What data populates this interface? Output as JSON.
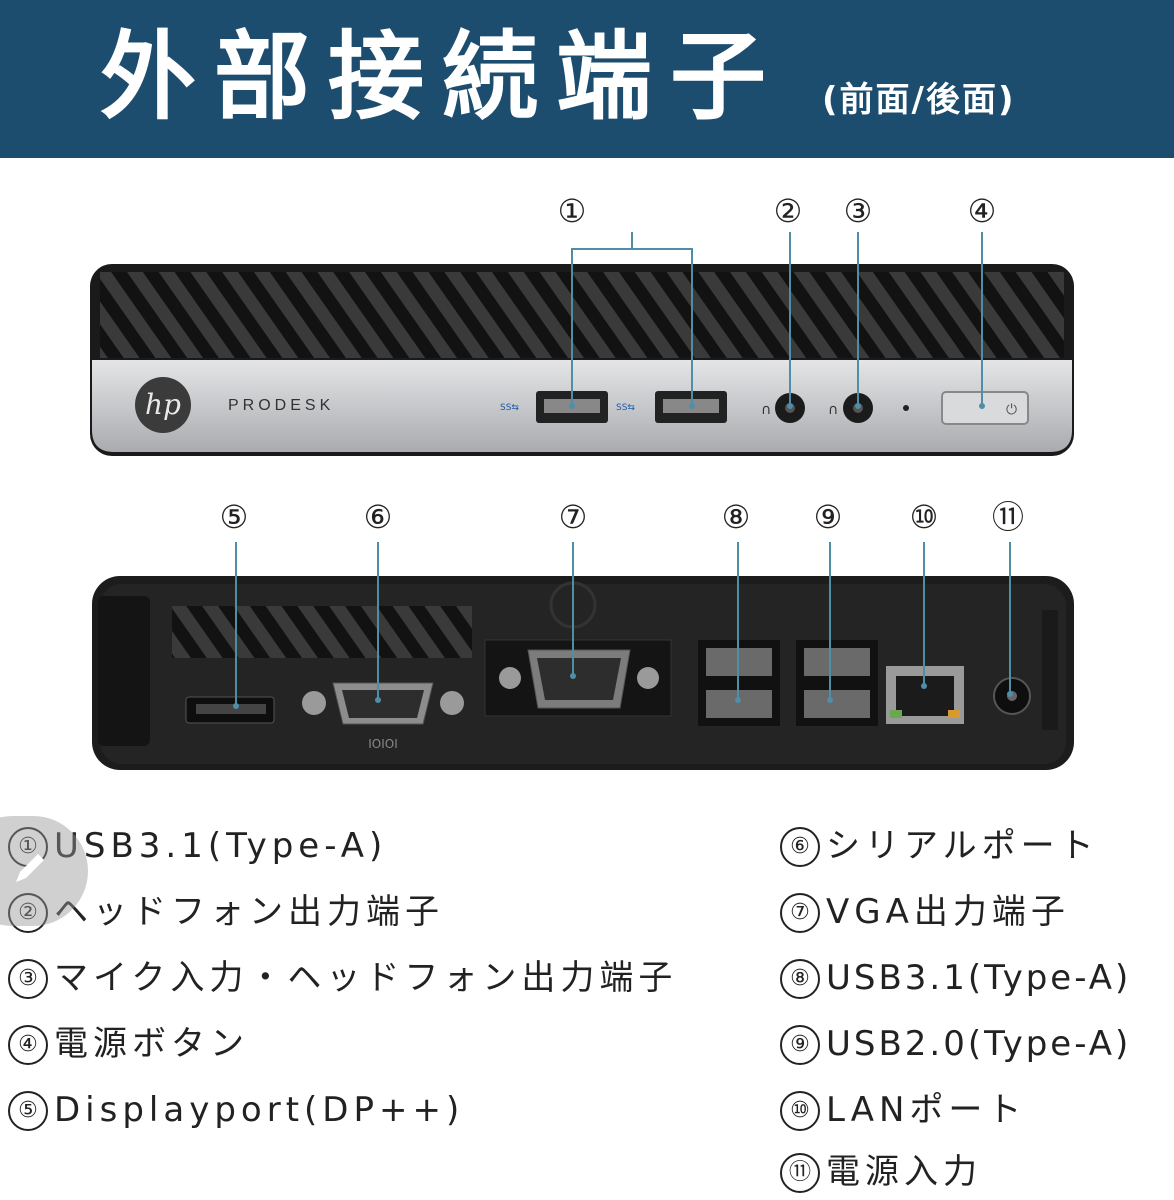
{
  "header": {
    "title": "外部接続端子",
    "subtitle": "(前面/後面)"
  },
  "colors": {
    "banner": "#1c4d6e",
    "callout_line": "#4f8ea6",
    "chassis_dark": "#1a1a1a",
    "front_panel_silver": "#c9cacc"
  },
  "device": {
    "brand_logo": "hp",
    "model_label": "PRODESK"
  },
  "callouts": {
    "front": [
      "①",
      "②",
      "③",
      "④"
    ],
    "rear": [
      "⑤",
      "⑥",
      "⑦",
      "⑧",
      "⑨",
      "⑩",
      "⑪"
    ]
  },
  "ports_left": [
    {
      "num": "①",
      "label": "USB3.1(Type-A)"
    },
    {
      "num": "②",
      "label": "ヘッドフォン出力端子"
    },
    {
      "num": "③",
      "label": "マイク入力・ヘッドフォン出力端子"
    },
    {
      "num": "④",
      "label": "電源ボタン"
    },
    {
      "num": "⑤",
      "label": "Displayport(DP++)"
    }
  ],
  "ports_right": [
    {
      "num": "⑥",
      "label": "シリアルポート"
    },
    {
      "num": "⑦",
      "label": "VGA出力端子"
    },
    {
      "num": "⑧",
      "label": "USB3.1(Type-A)"
    },
    {
      "num": "⑨",
      "label": "USB2.0(Type-A)"
    },
    {
      "num": "⑩",
      "label": "LANポート"
    },
    {
      "num": "⑪",
      "label": "電源入力"
    }
  ],
  "icons": {
    "edit": "pencil-icon"
  }
}
